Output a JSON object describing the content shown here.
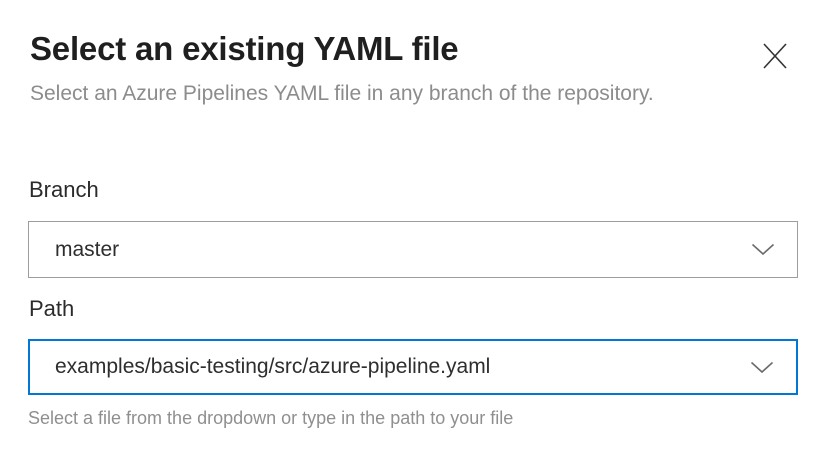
{
  "dialog": {
    "title": "Select an existing YAML file",
    "subtitle": "Select an Azure Pipelines YAML file in any branch of the repository.",
    "close_icon": "close-x",
    "branch": {
      "label": "Branch",
      "value": "master",
      "chevron_icon": "chevron-down"
    },
    "path": {
      "label": "Path",
      "value": "examples/basic-testing/src/azure-pipeline.yaml",
      "helper": "Select a file from the dropdown or type in the path to your file",
      "chevron_icon": "chevron-down"
    },
    "colors": {
      "accent_border": "#0078d4",
      "default_border": "#9d9d9d",
      "muted_text": "#8c8c8c",
      "body_text": "#2e2e2e",
      "title_text": "#1f1f1f"
    }
  }
}
